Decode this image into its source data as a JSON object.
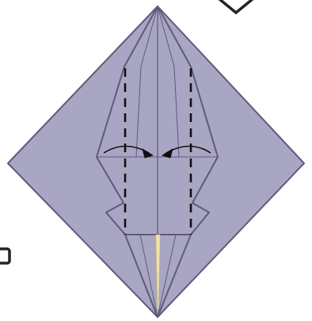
{
  "diagram": {
    "kind": "origami-fold-step",
    "colors": {
      "paper": "#a9a6c4",
      "paper_edge": "#5d5a7c",
      "crease_line": "#4a4866",
      "valley_fold": "#111111",
      "arrow": "#111111",
      "inner_strip": "#f2e3a6",
      "background": "#ffffff",
      "marker_fill": "#ffffff",
      "marker_stroke": "#222222"
    },
    "marks": [
      {
        "name": "valley-fold-left",
        "type": "valley-fold"
      },
      {
        "name": "valley-fold-right",
        "type": "valley-fold"
      },
      {
        "name": "fold-arrow-left",
        "type": "arrow",
        "direction": "right"
      },
      {
        "name": "fold-arrow-right",
        "type": "arrow",
        "direction": "left"
      }
    ],
    "icons": [
      "square-marker-icon",
      "diamond-marker-icon"
    ]
  }
}
